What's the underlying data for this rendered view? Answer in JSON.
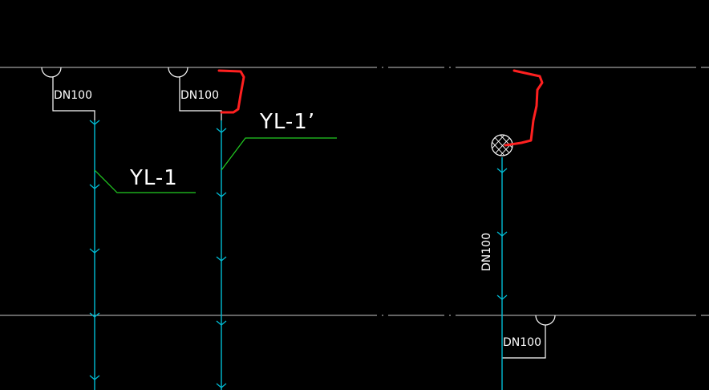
{
  "colors": {
    "background": "#000000",
    "gridline": "#c8c8c8",
    "pipe": "#00bcd4",
    "leader": "#22cc22",
    "text": "#ffffff",
    "markup": "#ff2020"
  },
  "labels": {
    "dn_left": "DN100",
    "dn_middle": "DN100",
    "dn_right_vertical": "DN100",
    "dn_bottom_right": "DN100",
    "yl1": "YL-1",
    "yl1_prime": "YL-1’"
  },
  "icons": {
    "floor_drain": "semicircle-drain-icon",
    "vent_cap": "crosshatched-circle-icon",
    "pipe_fitting": "y-fitting-tick-icon"
  }
}
